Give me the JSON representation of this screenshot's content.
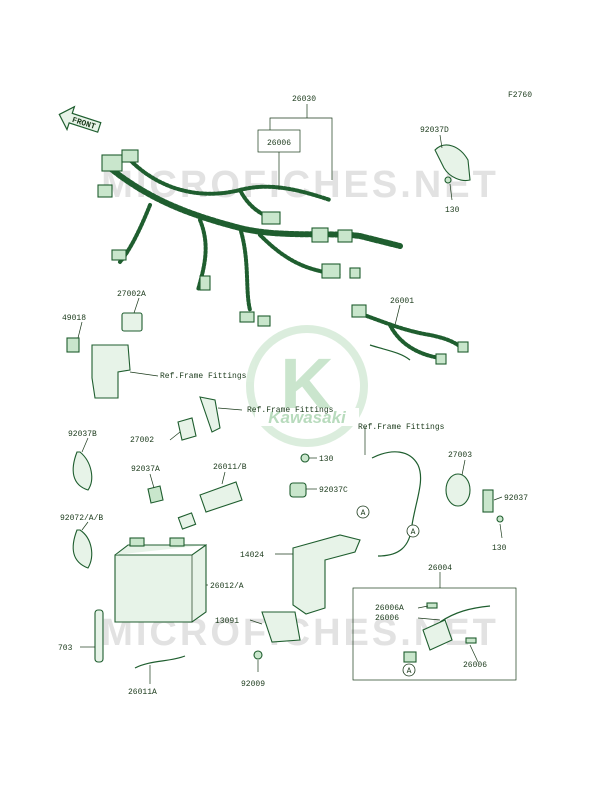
{
  "figure_code": "F2760",
  "front_label": "FRONT",
  "watermark": {
    "site": "MICROFICHES.NET",
    "brand": "Kawasaki",
    "logo_letter": "K"
  },
  "ref_labels": {
    "ref1": "Ref.Frame Fittings",
    "ref2": "Ref.Frame Fittings",
    "ref3": "Ref.Frame Fittings"
  },
  "callout_letter": "A",
  "parts": {
    "p26030": "26030",
    "p26006_top": "26006",
    "p92037D": "92037D",
    "p130_top": "130",
    "p26001": "26001",
    "p27002A": "27002A",
    "p49018": "49018",
    "p27002": "27002",
    "p92037B": "92037B",
    "p130_mid": "130",
    "p27003": "27003",
    "p92037A": "92037A",
    "p26011B": "26011/B",
    "p92037C": "92037C",
    "p92037": "92037",
    "p130_right": "130",
    "p92072": "92072/A/B",
    "p14024": "14024",
    "p26012": "26012/A",
    "p26004": "26004",
    "p26006A": "26006A",
    "p26008": "26006",
    "p13091": "13091",
    "p703": "703",
    "p92009": "92009",
    "p26006_low": "26006",
    "p26011A": "26011A"
  }
}
